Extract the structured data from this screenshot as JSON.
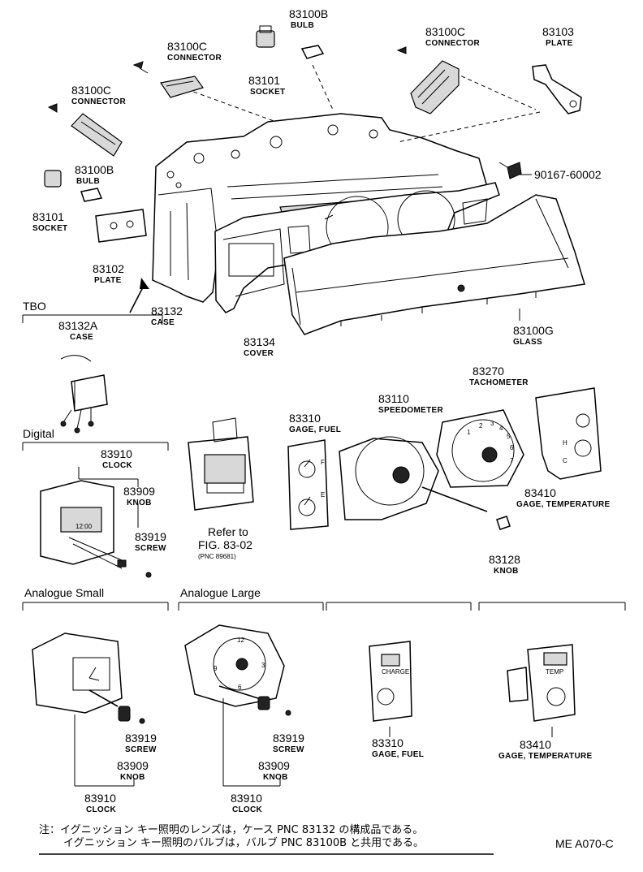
{
  "callouts": {
    "bulb_top": {
      "pn": "83100B",
      "name": "BULB"
    },
    "connector_top": {
      "pn": "83100C",
      "name": "CONNECTOR"
    },
    "socket_top": {
      "pn": "83101",
      "name": "SOCKET"
    },
    "connector_right": {
      "pn": "83100C",
      "name": "CONNECTOR"
    },
    "plate_right": {
      "pn": "83103",
      "name": "PLATE"
    },
    "connector_left": {
      "pn": "83100C",
      "name": "CONNECTOR"
    },
    "bulb_left": {
      "pn": "83100B",
      "name": "BULB"
    },
    "socket_left": {
      "pn": "83101",
      "name": "SOCKET"
    },
    "screw_right": {
      "pn": "90167-60002"
    },
    "plate_left": {
      "pn": "83102",
      "name": "PLATE"
    },
    "case": {
      "pn": "83132",
      "name": "CASE"
    },
    "case_a": {
      "pn": "83132A",
      "name": "CASE"
    },
    "cover": {
      "pn": "83134",
      "name": "COVER"
    },
    "glass": {
      "pn": "83100G",
      "name": "GLASS"
    },
    "tachometer": {
      "pn": "83270",
      "name": "TACHOMETER"
    },
    "speedometer": {
      "pn": "83110",
      "name": "SPEEDOMETER"
    },
    "gage_fuel": {
      "pn": "83310",
      "name": "GAGE, FUEL"
    },
    "gage_temp": {
      "pn": "83410",
      "name": "GAGE, TEMPERATURE"
    },
    "knob_speedo": {
      "pn": "83128",
      "name": "KNOB"
    },
    "clock_digital": {
      "pn": "83910",
      "name": "CLOCK"
    },
    "knob_digital": {
      "pn": "83909",
      "name": "KNOB"
    },
    "screw_digital": {
      "pn": "83919",
      "name": "SCREW"
    },
    "clock_small": {
      "pn": "83910",
      "name": "CLOCK"
    },
    "knob_small": {
      "pn": "83909",
      "name": "KNOB"
    },
    "screw_small": {
      "pn": "83919",
      "name": "SCREW"
    },
    "clock_large": {
      "pn": "83910",
      "name": "CLOCK"
    },
    "knob_large": {
      "pn": "83909",
      "name": "KNOB"
    },
    "screw_large": {
      "pn": "83919",
      "name": "SCREW"
    },
    "gage_fuel_lower": {
      "pn": "83310",
      "name": "GAGE, FUEL"
    },
    "gage_temp_lower": {
      "pn": "83410",
      "name": "GAGE, TEMPERATURE"
    }
  },
  "sections": {
    "tbo": "TBO",
    "digital": "Digital",
    "analogue_small": "Analogue Small",
    "analogue_large": "Analogue Large"
  },
  "refer": {
    "line1": "Refer to",
    "line2": "FIG. 83-02",
    "line3": "(PNC 89681)"
  },
  "notes": {
    "line1": "注：イグニッション キー照明のレンズは，ケース PNC 83132 の構成品である。",
    "line2": "イグニッション キー照明のバルブは，バルブ PNC 83100B と共用である。"
  },
  "figure_code": "ME A070-C",
  "dial_marks": {
    "tacho": [
      "1",
      "2",
      "3",
      "4",
      "5",
      "6",
      "7"
    ],
    "clock": [
      "12",
      "3",
      "6",
      "9"
    ],
    "fuel": [
      "F",
      "E"
    ],
    "temp": [
      "H",
      "C"
    ]
  },
  "display_text": {
    "clock_digital": "12:00",
    "temp_label": "TEMP",
    "fuel_label": "CHARGE"
  }
}
